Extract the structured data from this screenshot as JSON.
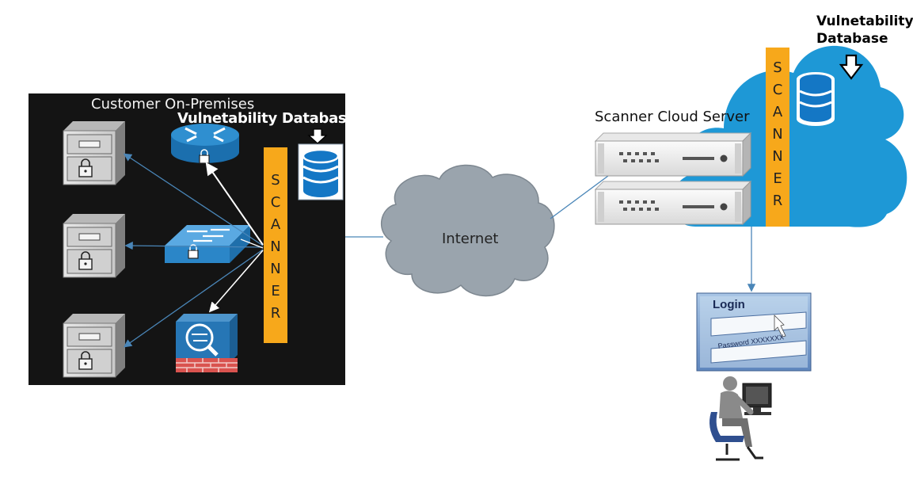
{
  "on_premises": {
    "title": "Customer On-Premises",
    "database_label": "Vulnetability Database",
    "scanner_letters": [
      "S",
      "C",
      "A",
      "N",
      "N",
      "E",
      "R"
    ]
  },
  "internet": {
    "label": "Internet"
  },
  "cloud": {
    "server_label": "Scanner Cloud Server",
    "database_label": "Vulnetability\nDatabase",
    "scanner_letters": [
      "S",
      "C",
      "A",
      "N",
      "N",
      "E",
      "R"
    ]
  },
  "login": {
    "title": "Login",
    "password_text": "Password XXXXXXX"
  },
  "colors": {
    "onprem_background": "#141414",
    "scanner_bar": "#f7a81b",
    "cloud": "#1e98d6",
    "internet_cloud": "#9aa4ad",
    "database": "#1477c5",
    "connector": "#4a86b8"
  }
}
